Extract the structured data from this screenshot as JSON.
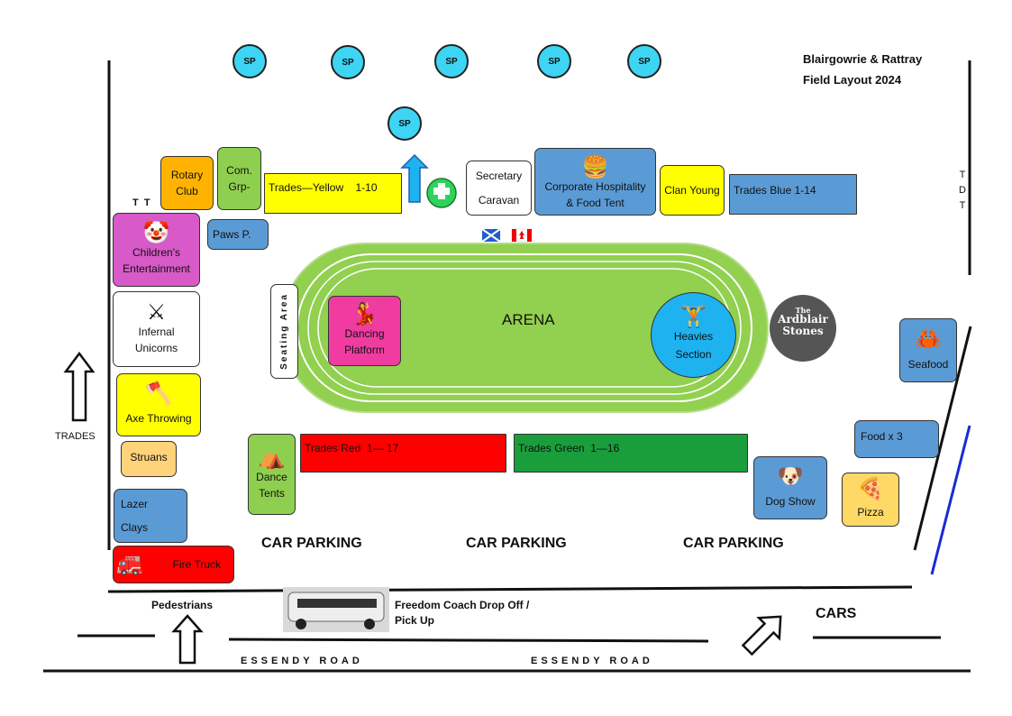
{
  "title": {
    "line1": "Blairgowrie & Rattray",
    "line2": "Field Layout 2024"
  },
  "sp_label": "SP",
  "top_row": {
    "rotary": [
      "Rotary",
      "Club"
    ],
    "com": [
      "Com.",
      "Grp-"
    ],
    "trades_yellow": "Trades—Yellow    1-10",
    "secretary": [
      "Secretary",
      "Caravan"
    ],
    "corporate": [
      "Corporate Hospitality",
      "& Food Tent"
    ],
    "clan_young": "Clan Young",
    "trades_blue": "Trades Blue  1-14",
    "first_aid": "FIRST AID",
    "tdt": [
      "T",
      "D",
      "T"
    ]
  },
  "left_column": {
    "tt": "T  T",
    "paws": "Paws P.",
    "children": [
      "Children's",
      "Entertainment"
    ],
    "infernal": [
      "Infernal",
      "Unicorns"
    ],
    "axe": "Axe Throwing",
    "struans": "Struans",
    "lazer": [
      "Lazer",
      "Clays"
    ],
    "fire_truck": "Fire Truck",
    "trades_arrow": "TRADES"
  },
  "arena": {
    "label": "ARENA",
    "seating": "Seating Area",
    "dancing": [
      "Dancing",
      "Platform"
    ],
    "heavies": [
      "Heavies",
      "Section"
    ],
    "ardblair": [
      "The",
      "Ardblair",
      "Stones"
    ]
  },
  "right_column": {
    "seafood": "Seafood",
    "food3": "Food x 3",
    "pizza": "Pizza",
    "dog_show": "Dog Show"
  },
  "bottom_row": {
    "dance_tents": [
      "Dance",
      "Tents"
    ],
    "trades_red": "Trades Red  1— 17",
    "trades_green": "Trades Green  1—16",
    "car_parking": "CAR PARKING"
  },
  "roads": {
    "pedestrians": "Pedestrians",
    "coach": [
      "Freedom Coach Drop Off /",
      "Pick Up"
    ],
    "cars": "CARS",
    "essendy": "ESSENDY ROAD"
  },
  "colors": {
    "sp": "#3dd5f3",
    "orange": "#ffb300",
    "lime": "#8fcf4f",
    "yellow": "#ffff00",
    "blue": "#5b9bd5",
    "magenta": "#d75ac8",
    "pink": "#f03ca0",
    "red": "#ff0000",
    "green": "#1a9e3c",
    "arena": "#92d050",
    "cyan": "#1fb2f0",
    "gold": "#ffd966",
    "light_orange": "#ffd37a"
  }
}
